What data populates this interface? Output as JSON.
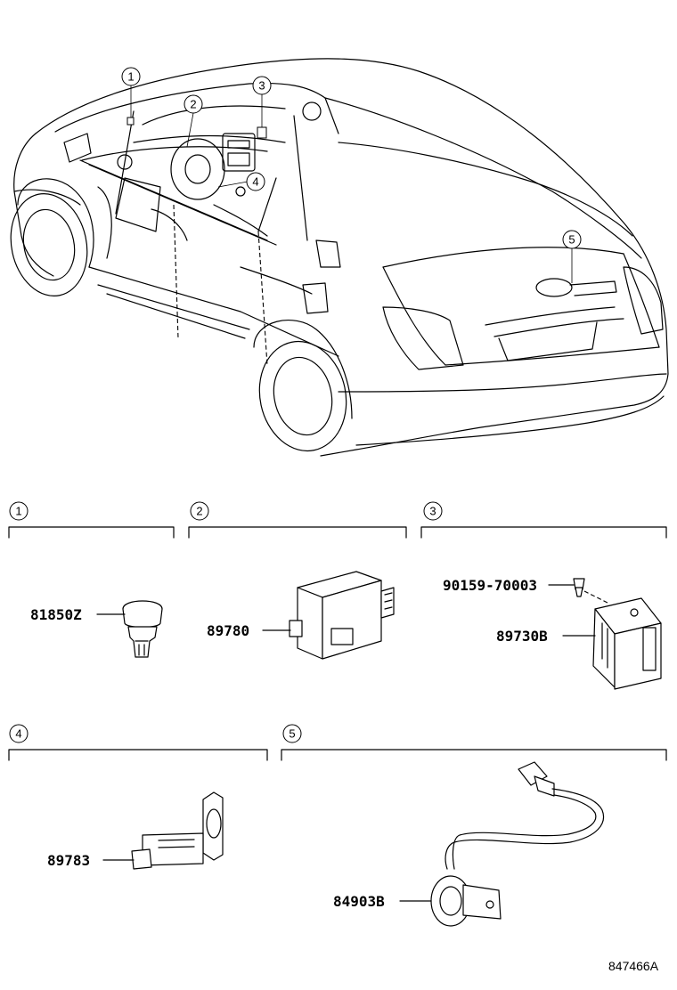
{
  "callouts": [
    "1",
    "2",
    "3",
    "4",
    "5"
  ],
  "sections": [
    {
      "number": "1",
      "parts": [
        "81850Z"
      ]
    },
    {
      "number": "2",
      "parts": [
        "89780"
      ]
    },
    {
      "number": "3",
      "parts": [
        "90159-70003",
        "89730B"
      ]
    },
    {
      "number": "4",
      "parts": [
        "89783"
      ]
    },
    {
      "number": "5",
      "parts": [
        "84903B"
      ]
    }
  ],
  "figure_id": "847466A"
}
